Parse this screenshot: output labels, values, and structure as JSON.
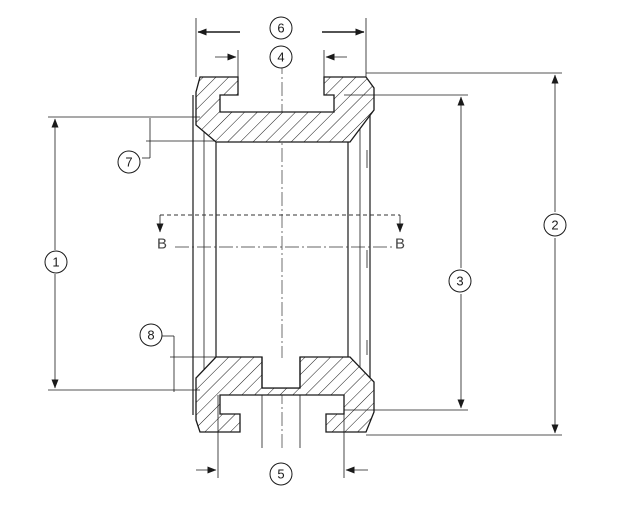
{
  "callouts": {
    "c1": "1",
    "c2": "2",
    "c3": "3",
    "c4": "4",
    "c5": "5",
    "c6": "6",
    "c7": "7",
    "c8": "8"
  },
  "section": {
    "left": "B",
    "right": "B"
  }
}
